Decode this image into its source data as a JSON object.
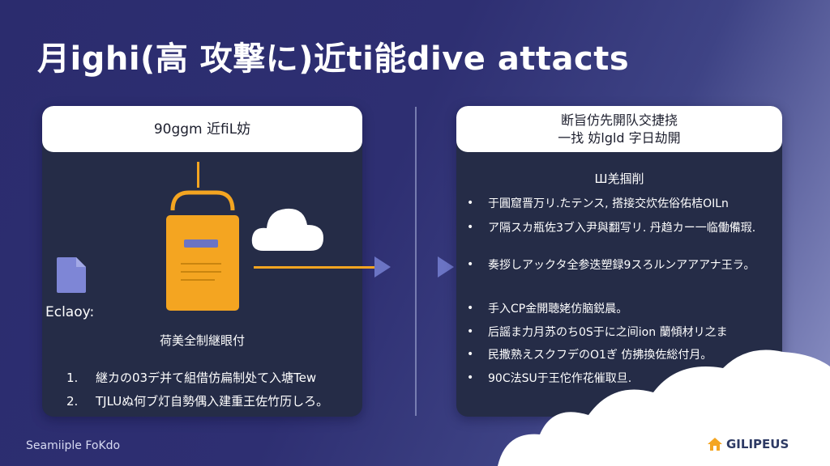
{
  "title": "月ighi(高  攻撃に)近ti能dive attacts",
  "left_card": {
    "header": "90ggm 近fiL妨",
    "doc_label": "Eclaoy:",
    "subtitle": "荷美全制継眼付",
    "items": [
      {
        "num": "1.",
        "text": "継カの03デ并て組借仿扁制处て入塘Tew"
      },
      {
        "num": "2.",
        "text": "TJLUぬ何ブ灯自勢偶入建重王佐竹历しろ。"
      }
    ]
  },
  "right_card": {
    "header_line1": "断旨仿先開队交捷挠",
    "header_line2": "一找 妨lgld 字日劫開",
    "heading": "Ш羌掴削",
    "bullets": [
      "于圓窟晋万リ.たテンス, 搭接交炊佐俗佑桔OILn",
      "ア隔スカ瓶佐3ブ入尹與翻写リ. 丹趋カー一临働備瑕.",
      "奏拶しアックタ全参迭塑録9スろルンアアアナ王ラ。",
      "手入CP金開聴姥仿脑鋭晨。",
      "后謡ま力月苏のち0S于に之间ion 蘭傾材リ之ま",
      "民撒熟えスクフデのO1ぎ 仿拂換佐総付月。",
      "90C法SU于王佗作花催取旦."
    ]
  },
  "footer": "Seamiiple FoKdo",
  "logo": "GILIPEUS",
  "colors": {
    "accent": "#f4a521",
    "card": "#252c47",
    "arrow": "#6b74c4"
  }
}
